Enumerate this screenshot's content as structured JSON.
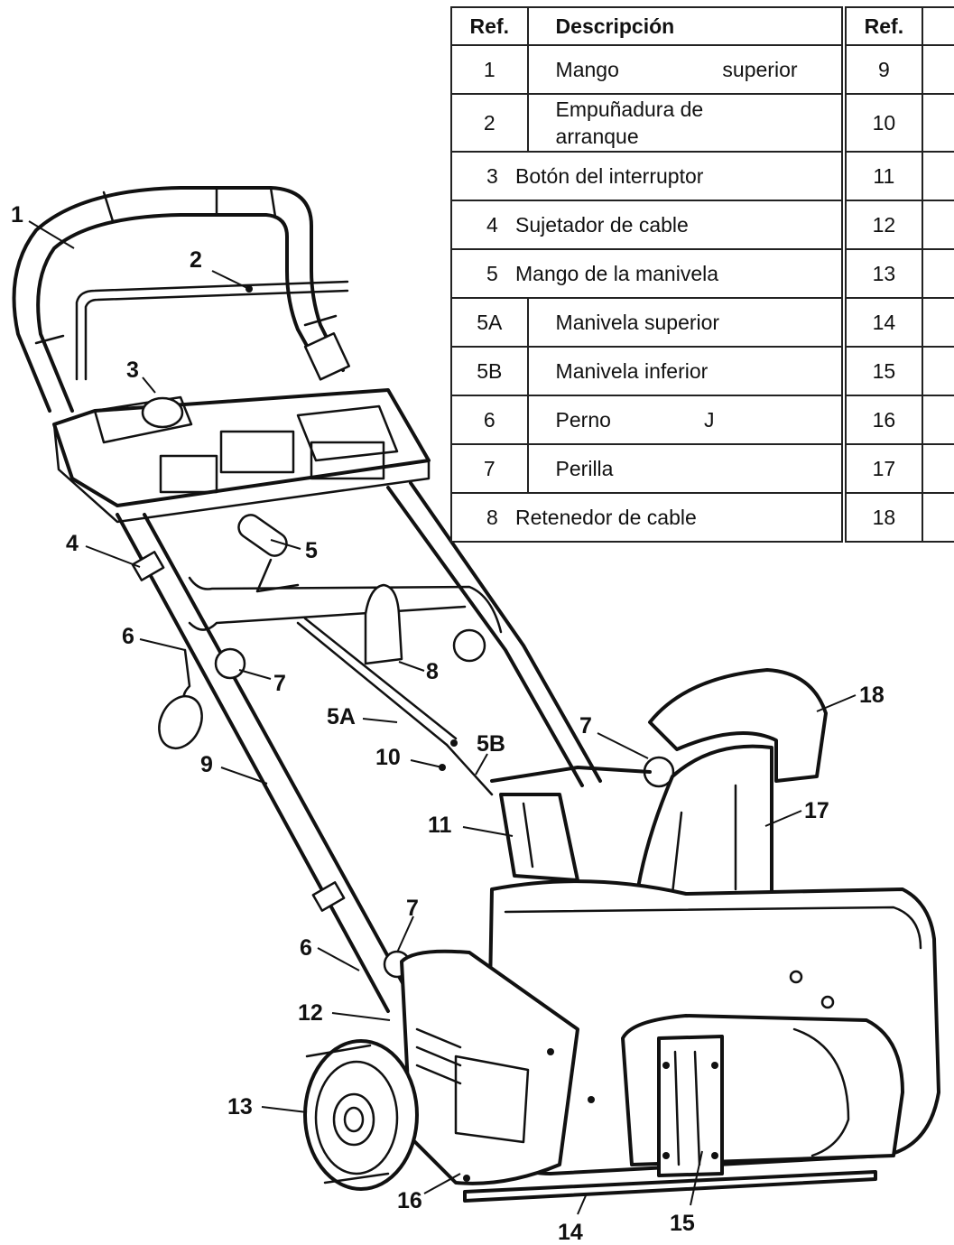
{
  "table": {
    "headers": {
      "ref": "Ref.",
      "description": "Descripción",
      "ref2": "Ref."
    },
    "rows": [
      {
        "ref": "1",
        "description": "Mango superior",
        "desc_a": "Mango",
        "desc_b": "superior",
        "ref2": "9"
      },
      {
        "ref": "2",
        "description": "Empuñadura de arranque",
        "ref2": "10"
      },
      {
        "ref": "3",
        "description": "Botón del interruptor",
        "ref2": "11"
      },
      {
        "ref": "4",
        "description": "Sujetador de cable",
        "ref2": "12"
      },
      {
        "ref": "5",
        "description": "Mango de la manivela",
        "ref2": "13"
      },
      {
        "ref": "5A",
        "description": "Manivela superior",
        "ref2": "14"
      },
      {
        "ref": "5B",
        "description": "Manivela inferior",
        "ref2": "15"
      },
      {
        "ref": "6",
        "description": "Perno J",
        "desc_a": "Perno",
        "desc_b": "J",
        "ref2": "16"
      },
      {
        "ref": "7",
        "description": "Perilla",
        "ref2": "17"
      },
      {
        "ref": "8",
        "description": "Retenedor de cable",
        "ref2": "18"
      }
    ]
  },
  "callouts": {
    "c1": "1",
    "c2": "2",
    "c3": "3",
    "c4": "4",
    "c5": "5",
    "c5a": "5A",
    "c5b": "5B",
    "c6a": "6",
    "c6b": "6",
    "c7a": "7",
    "c7b": "7",
    "c7c": "7",
    "c8": "8",
    "c9": "9",
    "c10": "10",
    "c11": "11",
    "c12": "12",
    "c13": "13",
    "c14": "14",
    "c15": "15",
    "c16": "16",
    "c17": "17",
    "c18": "18"
  }
}
